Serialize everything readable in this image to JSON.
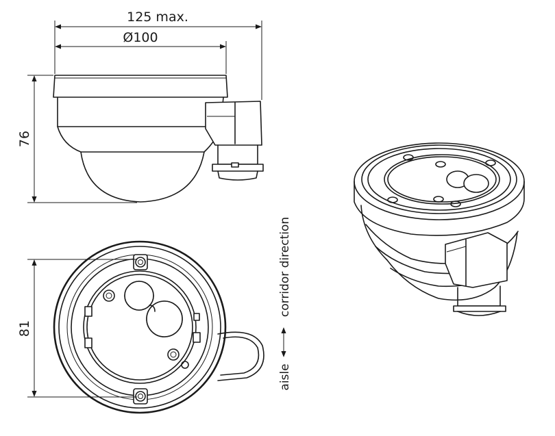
{
  "dimensions": {
    "overall_width": "125 max.",
    "diameter": "Ø100",
    "height": "76",
    "depth": "81"
  },
  "direction_labels": {
    "corridor": "corridor direction",
    "aisle": "aisle"
  }
}
